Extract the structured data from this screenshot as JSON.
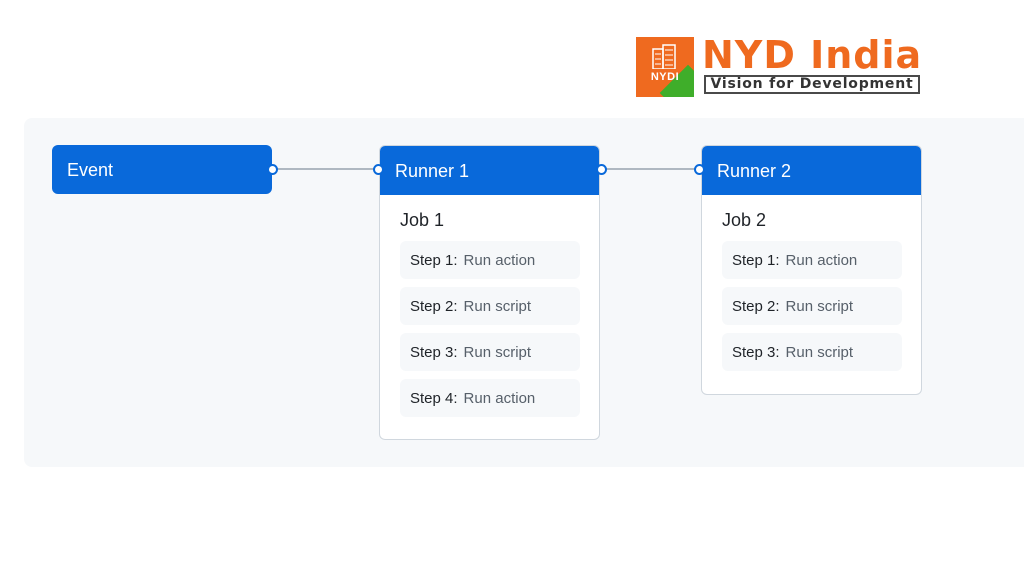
{
  "logo": {
    "badge_text": "NYDI",
    "title": "NYD India",
    "tagline": "Vision for Development",
    "colors": {
      "orange": "#ef6a1f",
      "green": "#3fae2a"
    }
  },
  "diagram": {
    "accent_color": "#0969da",
    "event": {
      "label": "Event"
    },
    "runners": [
      {
        "header": "Runner 1",
        "job": "Job 1",
        "steps": [
          {
            "label": "Step 1:",
            "action": "Run action"
          },
          {
            "label": "Step 2:",
            "action": "Run script"
          },
          {
            "label": "Step 3:",
            "action": "Run script"
          },
          {
            "label": "Step 4:",
            "action": "Run action"
          }
        ]
      },
      {
        "header": "Runner 2",
        "job": "Job 2",
        "steps": [
          {
            "label": "Step 1:",
            "action": "Run action"
          },
          {
            "label": "Step 2:",
            "action": "Run script"
          },
          {
            "label": "Step 3:",
            "action": "Run script"
          }
        ]
      }
    ]
  }
}
